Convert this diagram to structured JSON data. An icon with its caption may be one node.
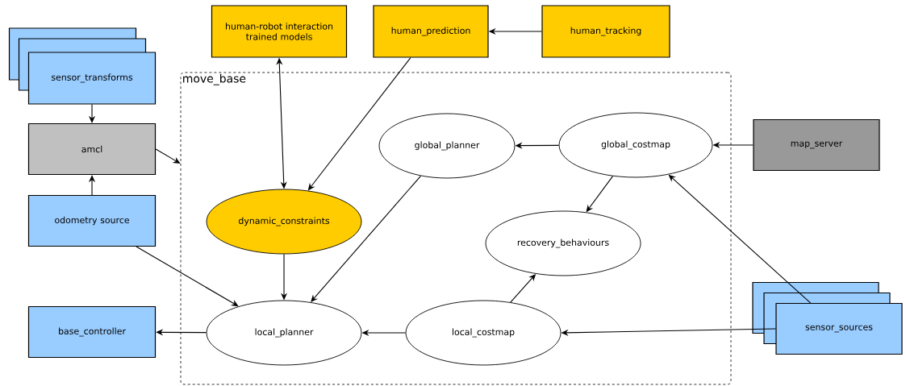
{
  "diagram": {
    "nodes": [
      {
        "text": [
          "human-robot interaction trained models"
        ]
      },
      {
        "text": [
          "human_prediction"
        ]
      },
      {
        "text": [
          "human_tracking"
        ]
      },
      {
        "text": [
          "sensor_transforms"
        ]
      },
      {
        "text": [
          "move_base"
        ]
      },
      {
        "text": [
          "amcl"
        ]
      },
      {
        "text": [
          "global_planner"
        ],
        "in": 4
      },
      {
        "text": [
          "global_costmap"
        ],
        "in": 4
      },
      {
        "text": [
          "map_server"
        ]
      },
      {
        "text": [
          "dynamic_constraints"
        ],
        "in": 4
      },
      {
        "text": [
          "odometry source"
        ]
      },
      {
        "text": [
          "recovery_behaviours"
        ],
        "in": 4
      },
      {
        "text": [
          "base_controller"
        ]
      },
      {
        "text": [
          "local_planner"
        ],
        "in": 4
      },
      {
        "text": [
          "local_costmap"
        ],
        "in": 4
      },
      {
        "text": [
          "sensor_sources"
        ]
      }
    ],
    "edges": [
      {
        "from": 2,
        "to": 1,
        "arrow": "to"
      },
      {
        "from": 0,
        "to": 9,
        "arrow": "both"
      },
      {
        "from": 1,
        "to": 9,
        "arrow": "to"
      },
      {
        "from": 3,
        "to": 5,
        "arrow": "to"
      },
      {
        "from": 10,
        "to": 5,
        "arrow": "to"
      },
      {
        "from": 5,
        "to": 4,
        "arrow": "to"
      },
      {
        "from": 10,
        "to": 13,
        "arrow": "to"
      },
      {
        "from": 9,
        "to": 13,
        "arrow": "to"
      },
      {
        "from": 6,
        "to": 13,
        "arrow": "to"
      },
      {
        "from": 7,
        "to": 6,
        "arrow": "to"
      },
      {
        "from": 8,
        "to": 7,
        "arrow": "to"
      },
      {
        "from": 7,
        "to": 11,
        "arrow": "to"
      },
      {
        "from": 14,
        "to": 11,
        "arrow": "to"
      },
      {
        "from": 14,
        "to": 13,
        "arrow": "to"
      },
      {
        "from": 13,
        "to": 12,
        "arrow": "to"
      },
      {
        "from": 15,
        "to": 7,
        "arrow": "to"
      },
      {
        "from": 15,
        "to": 14,
        "arrow": "to"
      }
    ]
  }
}
